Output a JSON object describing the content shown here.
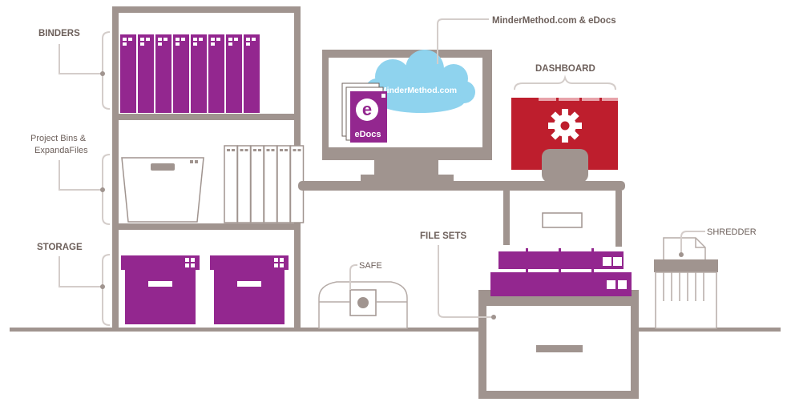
{
  "colors": {
    "structure": "#a0948f",
    "purple": "#93278f",
    "red": "#be1e2d",
    "cloud": "#8fd3ee",
    "label": "#6d605b",
    "outline": "#b5aba7"
  },
  "labels": {
    "binders": "BINDERS",
    "project_bins_line1": "Project Bins &",
    "project_bins_line2": "ExpandaFiles",
    "storage": "STORAGE",
    "minder_edocs": "MinderMethod.com & eDocs",
    "dashboard": "DASHBOARD",
    "safe": "SAFE",
    "file_sets": "FILE SETS",
    "shredder": "SHREDDER"
  },
  "screen": {
    "cloud_text": "MinderMethod.com",
    "edocs_letter": "e",
    "edocs_text": "eDocs"
  },
  "icons": {
    "dashboard": "gear-icon",
    "edocs": "edocs-logo-icon",
    "cloud": "cloud-icon"
  }
}
